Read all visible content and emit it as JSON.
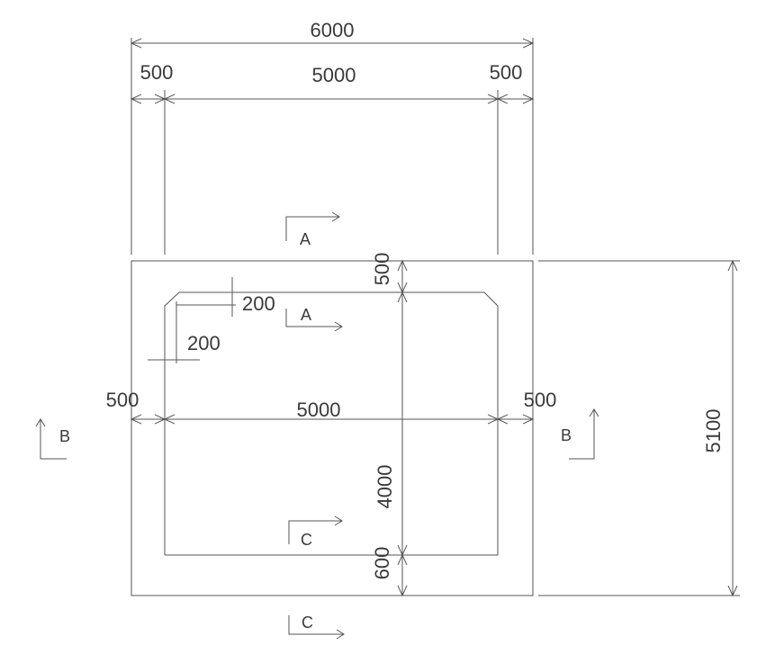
{
  "dimensions": {
    "top_total": "6000",
    "top_left_wall": "500",
    "top_inner": "5000",
    "top_right_wall": "500",
    "chamfer_vertical": "200",
    "chamfer_horizontal": "200",
    "mid_left_wall": "500",
    "mid_inner": "5000",
    "mid_right_wall": "500",
    "right_total_height": "5100",
    "v_top_slab": "500",
    "v_inner_height": "4000",
    "v_bottom_slab": "600"
  },
  "section_marks": {
    "a_upper": "A",
    "a_lower": "A",
    "b_left": "B",
    "b_right": "B",
    "c_upper": "C",
    "c_lower": "C"
  }
}
